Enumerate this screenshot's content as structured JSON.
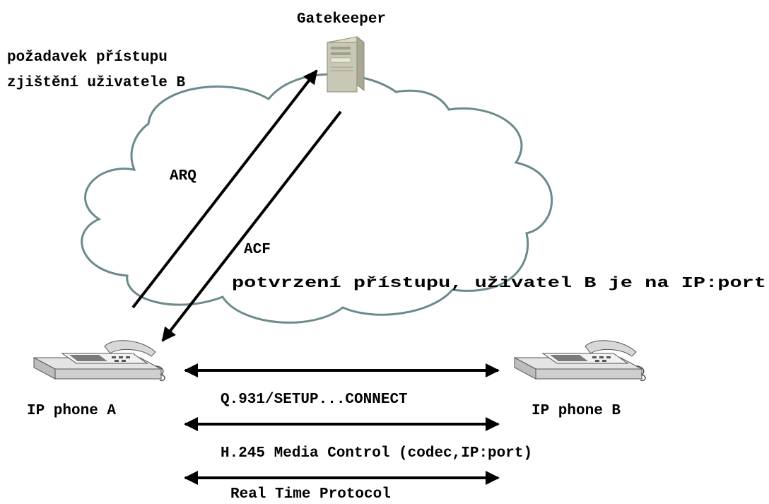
{
  "gatekeeper": {
    "label": "Gatekeeper"
  },
  "request_note": {
    "line1": "požadavek přístupu",
    "line2": "zjištění uživatele B"
  },
  "arq": {
    "label": "ARQ"
  },
  "acf": {
    "label": "ACF",
    "note": "potvrzení přístupu, uživatel B je na IP:port"
  },
  "phone_a": {
    "label": "IP phone A"
  },
  "phone_b": {
    "label": "IP phone B"
  },
  "channels": [
    {
      "label": "Q.931/SETUP...CONNECT"
    },
    {
      "label": "H.245 Media Control (codec,IP:port)"
    },
    {
      "label": "Real Time Protocol"
    }
  ],
  "colors": {
    "cloud_stroke": "#6b8a8c",
    "line": "#000000",
    "server_body": "#c8c8b4"
  }
}
